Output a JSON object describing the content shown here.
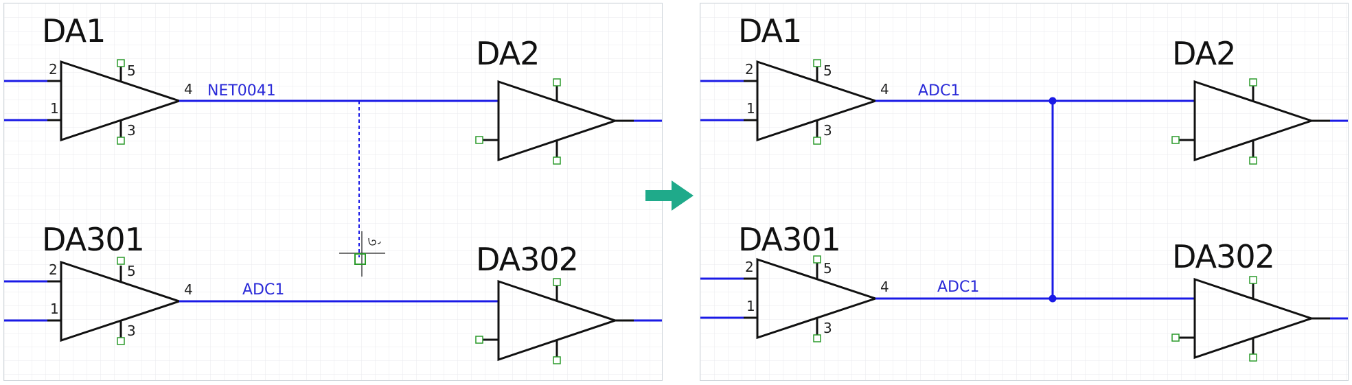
{
  "colors": {
    "wire": "#1a1ae6",
    "net_label": "#2a2ad8",
    "component": "#111111",
    "pin_marker": "#2a9a2a",
    "grid": "#e6e8ec",
    "arrow": "#1faa8a",
    "junction": "#1a1ae6"
  },
  "before": {
    "components": [
      {
        "ref": "DA1",
        "pins": [
          "2",
          "1",
          "5",
          "3",
          "4"
        ]
      },
      {
        "ref": "DA2"
      },
      {
        "ref": "DA301",
        "pins": [
          "2",
          "1",
          "5",
          "3",
          "4"
        ]
      },
      {
        "ref": "DA302"
      }
    ],
    "nets": {
      "top": "NET0041",
      "bottom": "ADC1"
    },
    "cursor_icon": "crosshair-cursor-icon"
  },
  "transition_icon": "right-arrow-icon",
  "after": {
    "components": [
      {
        "ref": "DA1",
        "pins": [
          "2",
          "1",
          "5",
          "3",
          "4"
        ]
      },
      {
        "ref": "DA2"
      },
      {
        "ref": "DA301",
        "pins": [
          "2",
          "1",
          "5",
          "3",
          "4"
        ]
      },
      {
        "ref": "DA302"
      }
    ],
    "nets": {
      "top": "ADC1",
      "bottom": "ADC1"
    }
  }
}
